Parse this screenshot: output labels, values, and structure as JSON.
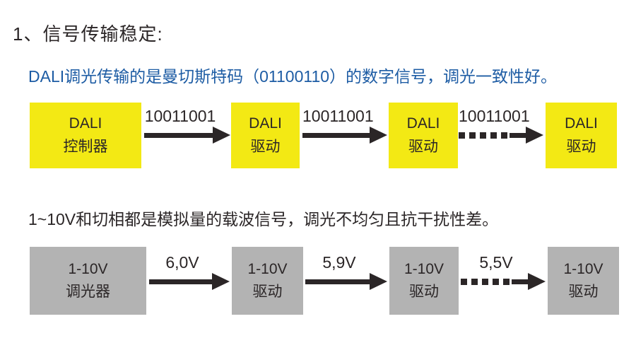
{
  "title": "1、信号传输稳定:",
  "colors": {
    "yellow": "#F3E914",
    "gray": "#B3B3B3",
    "blue": "#1D5CA4",
    "ink": "#2B2627"
  },
  "dali_section": {
    "description": "DALI调光传输的是曼切斯特码（01100110）的数字信号，调光一致性好。",
    "nodes": [
      {
        "line1": "DALI",
        "line2": "控制器"
      },
      {
        "line1": "DALI",
        "line2": "驱动"
      },
      {
        "line1": "DALI",
        "line2": "驱动"
      },
      {
        "line1": "DALI",
        "line2": "驱动"
      }
    ],
    "arrows": [
      {
        "label": "10011001",
        "style": "solid"
      },
      {
        "label": "10011001",
        "style": "solid"
      },
      {
        "label": "10011001",
        "style": "dashed"
      }
    ]
  },
  "analog_section": {
    "description": "1~10V和切相都是模拟量的载波信号，调光不均匀且抗干扰性差。",
    "nodes": [
      {
        "line1": "1-10V",
        "line2": "调光器"
      },
      {
        "line1": "1-10V",
        "line2": "驱动"
      },
      {
        "line1": "1-10V",
        "line2": "驱动"
      },
      {
        "line1": "1-10V",
        "line2": "驱动"
      }
    ],
    "arrows": [
      {
        "label": "6,0V",
        "style": "solid"
      },
      {
        "label": "5,9V",
        "style": "solid"
      },
      {
        "label": "5,5V",
        "style": "dashed"
      }
    ]
  }
}
